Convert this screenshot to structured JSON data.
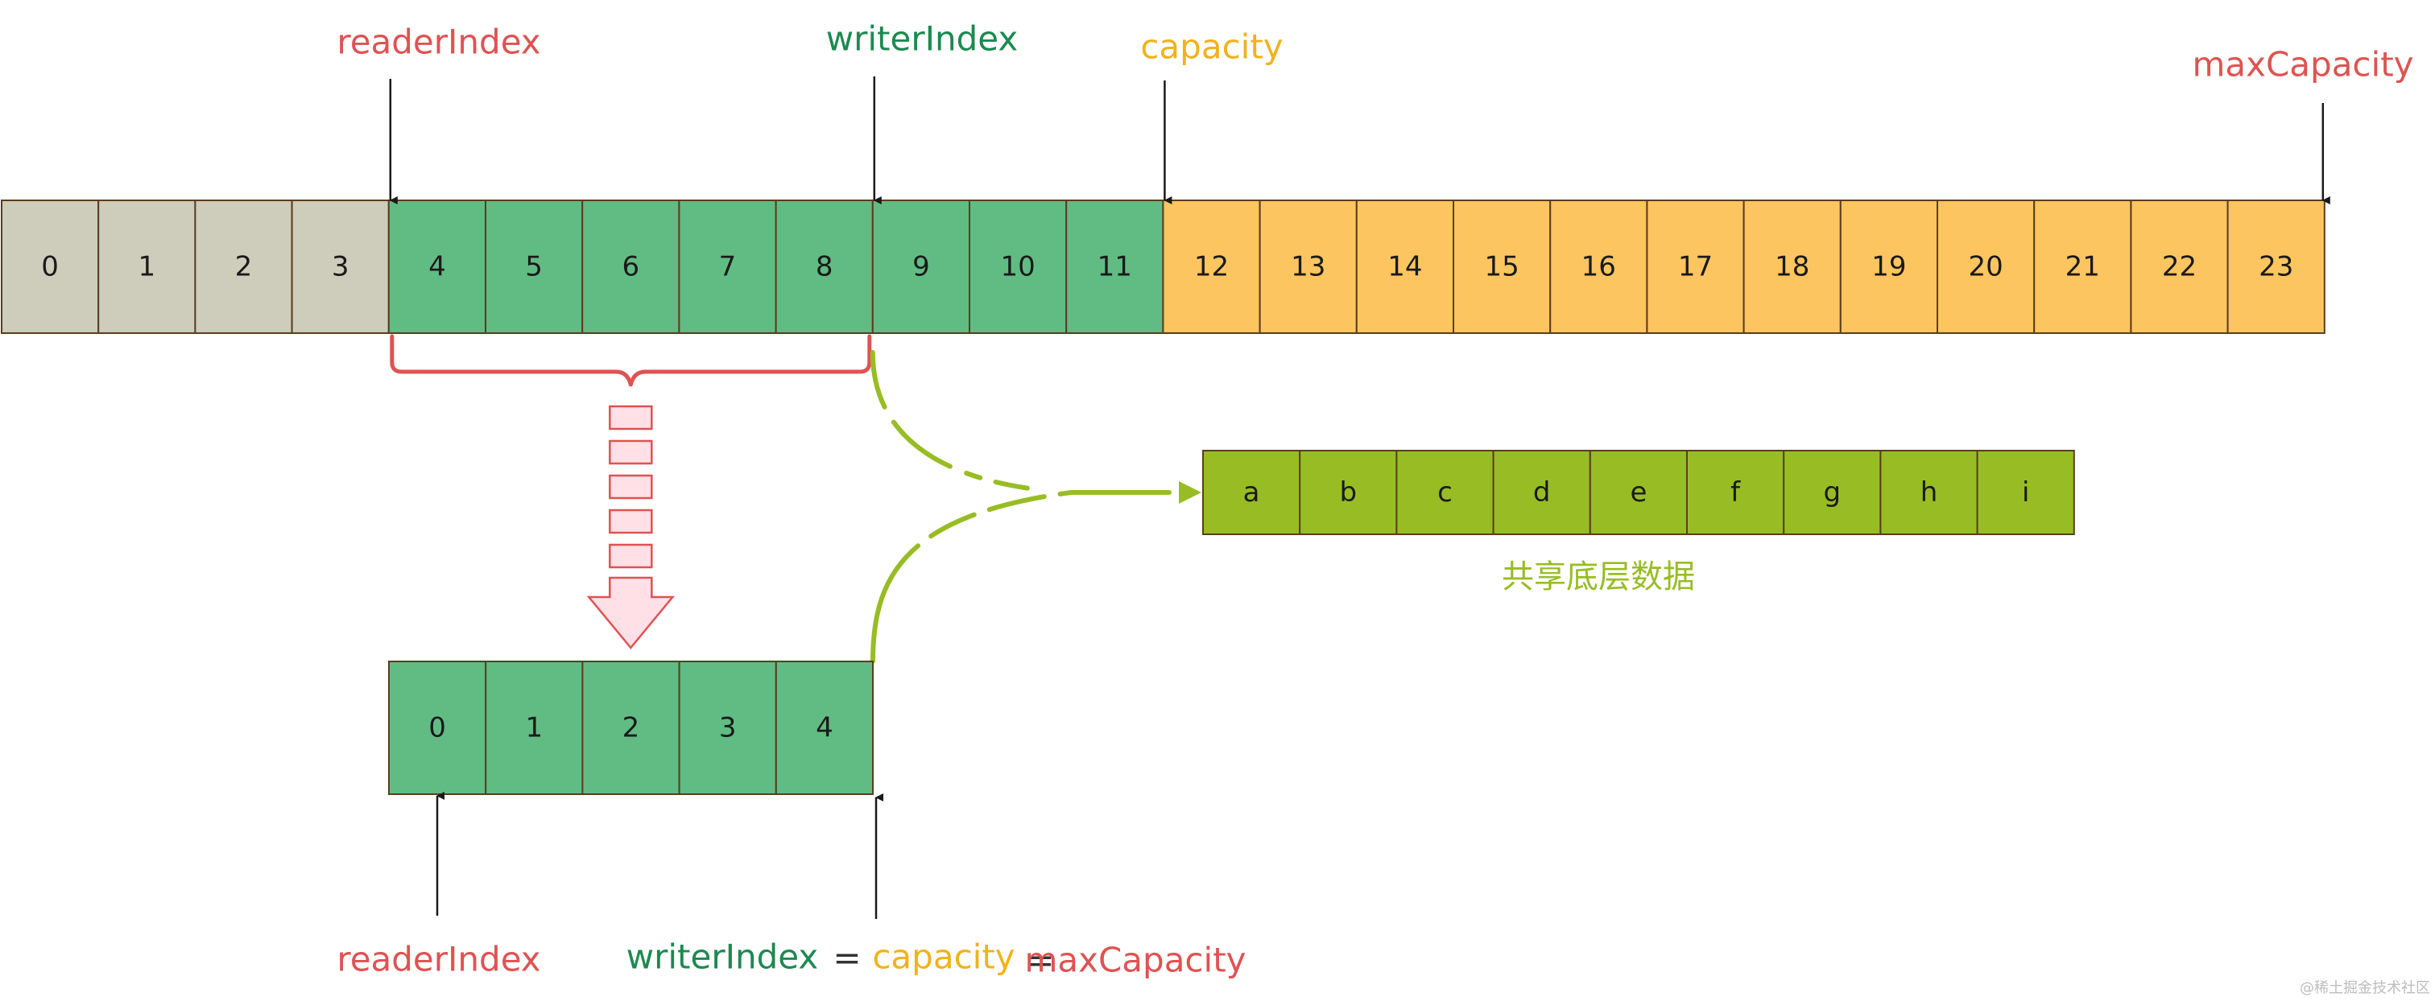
{
  "colors": {
    "consumed": "#ceccbb",
    "readable": "#61bc84",
    "writable": "#fdc55f",
    "shared": "#98bd24",
    "border": "#5a3d1e",
    "reader_label": "#e05252",
    "writer_label": "#1b8a4f",
    "capacity_label": "#f2b21b",
    "max_label": "#e05252",
    "bracket": "#e05252",
    "arrow_fill": "#ffe0e6",
    "curve": "#98bd24",
    "pointer": "#1a1a1a"
  },
  "top_buffer": {
    "cells": [
      {
        "label": "0",
        "state": "consumed"
      },
      {
        "label": "1",
        "state": "consumed"
      },
      {
        "label": "2",
        "state": "consumed"
      },
      {
        "label": "3",
        "state": "consumed"
      },
      {
        "label": "4",
        "state": "readable"
      },
      {
        "label": "5",
        "state": "readable"
      },
      {
        "label": "6",
        "state": "readable"
      },
      {
        "label": "7",
        "state": "readable"
      },
      {
        "label": "8",
        "state": "readable"
      },
      {
        "label": "9",
        "state": "readable"
      },
      {
        "label": "10",
        "state": "readable"
      },
      {
        "label": "11",
        "state": "readable"
      },
      {
        "label": "12",
        "state": "writable"
      },
      {
        "label": "13",
        "state": "writable"
      },
      {
        "label": "14",
        "state": "writable"
      },
      {
        "label": "15",
        "state": "writable"
      },
      {
        "label": "16",
        "state": "writable"
      },
      {
        "label": "17",
        "state": "writable"
      },
      {
        "label": "18",
        "state": "writable"
      },
      {
        "label": "19",
        "state": "writable"
      },
      {
        "label": "20",
        "state": "writable"
      },
      {
        "label": "21",
        "state": "writable"
      },
      {
        "label": "22",
        "state": "writable"
      },
      {
        "label": "23",
        "state": "writable"
      }
    ],
    "reader_index_label": "readerIndex",
    "writer_index_label": "writerIndex",
    "capacity_label": "capacity",
    "max_capacity_label": "maxCapacity",
    "reader_index": 4,
    "writer_index": 9,
    "capacity": 12,
    "max_capacity": 24
  },
  "shared_data": {
    "cells": [
      "a",
      "b",
      "c",
      "d",
      "e",
      "f",
      "g",
      "h",
      "i"
    ],
    "caption": "共享底层数据"
  },
  "slice_buffer": {
    "cells": [
      "0",
      "1",
      "2",
      "3",
      "4"
    ],
    "reader_index_label": "readerIndex",
    "writer_index_label": "writerIndex",
    "equals_1": "=",
    "capacity_label": "capacity",
    "equals_2": "=",
    "max_capacity_label": "maxCapacity"
  },
  "watermark": "@稀土掘金技术社区"
}
